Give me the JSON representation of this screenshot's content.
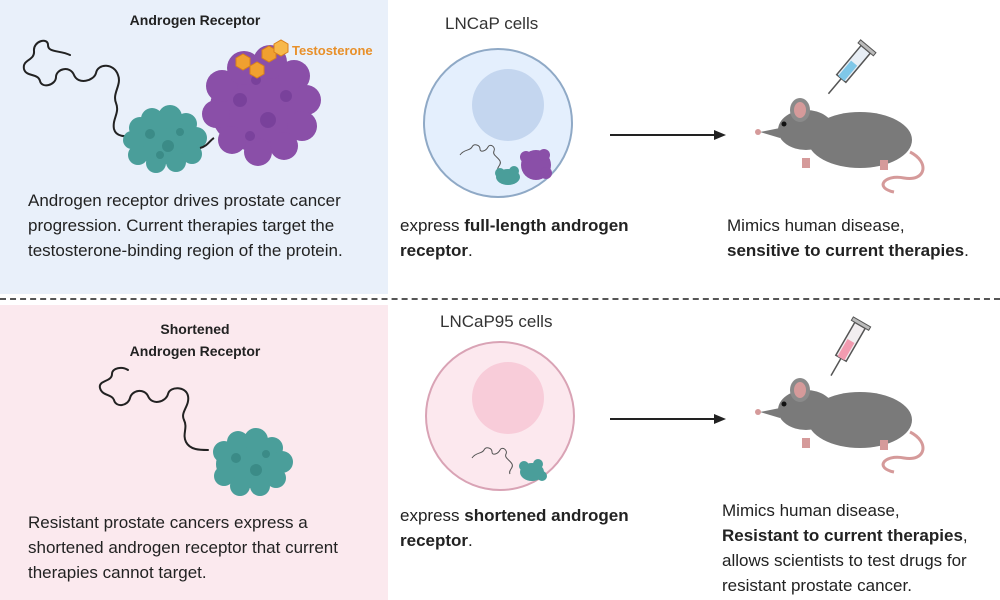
{
  "top": {
    "heading": "Androgen Receptor",
    "testosterone_label": "Testosterone",
    "description": "Androgen receptor drives prostate cancer progression. Current therapies target the testosterone-binding region of the protein.",
    "cells_label": "LNCaP cells",
    "caption_prefix": "express ",
    "caption_bold": "full-length androgen receptor",
    "caption_suffix": ".",
    "outcome_line1": "Mimics human disease,",
    "outcome_bold": "sensitive to current therapies",
    "outcome_suffix": "."
  },
  "bottom": {
    "heading_line1": "Shortened",
    "heading_line2": "Androgen Receptor",
    "description": "Resistant prostate cancers express a shortened androgen receptor that current therapies cannot target.",
    "cells_label": "LNCaP95 cells",
    "caption_prefix": "express ",
    "caption_bold": "shortened androgen receptor",
    "caption_suffix": ".",
    "outcome_line1": "Mimics human disease,",
    "outcome_bold": "Resistant to current therapies",
    "outcome_suffix": ",",
    "outcome_rest": "allows scientists to test drugs for resistant prostate cancer."
  },
  "colors": {
    "top_panel_bg": "#e9f0fa",
    "bottom_panel_bg": "#fbe9ee",
    "receptor_teal": "#4a9e9a",
    "receptor_purple": "#8a4fa8",
    "testosterone_orange": "#f0a030",
    "mouse_gray": "#7a7a7a",
    "cell_blue": "#d6e6fb",
    "cell_pink": "#fbd9e3"
  }
}
